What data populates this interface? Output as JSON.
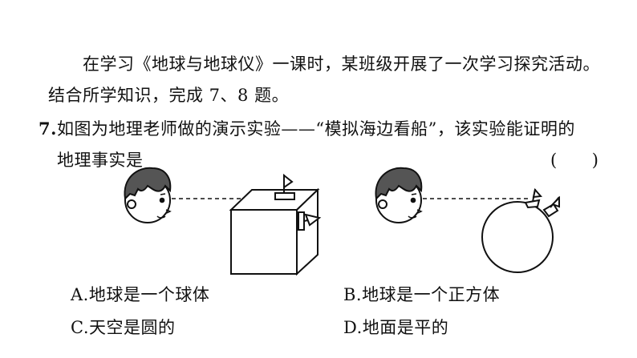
{
  "intro": {
    "line1": "在学习《地球与地球仪》一课时，某班级开展了一次学习探究活动。",
    "line2": "结合所学知识，完成 7、8 题。"
  },
  "question": {
    "number": "7.",
    "text_line1": "如图为地理老师做的演示实验——“模拟海边看船”，该实验能证明的",
    "text_line2": "地理事实是",
    "answer_paren": "(　　)"
  },
  "options": {
    "a": "A.地球是一个球体",
    "b": "B.地球是一个正方体",
    "c": "C.天空是圆的",
    "d": "D.地面是平的"
  },
  "figure": {
    "line_color": "#111111"
  }
}
